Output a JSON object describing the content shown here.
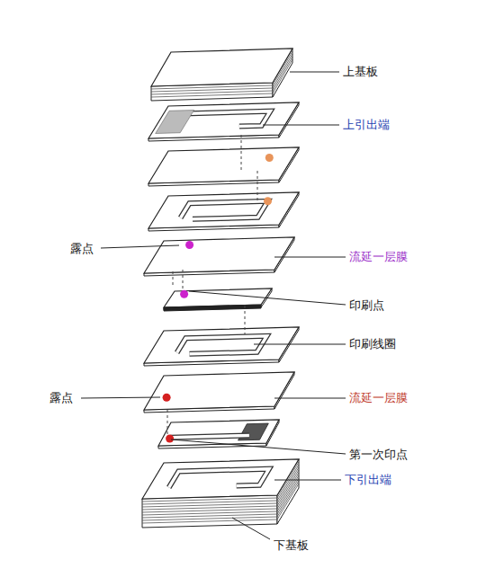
{
  "diagram": {
    "labels": [
      "上基板",
      "上引出端",
      "露点",
      "流延一层膜",
      "印刷点",
      "印刷线圈",
      "露点",
      "流延一层膜",
      "第一次印点",
      "下引出端",
      "下基板"
    ]
  }
}
